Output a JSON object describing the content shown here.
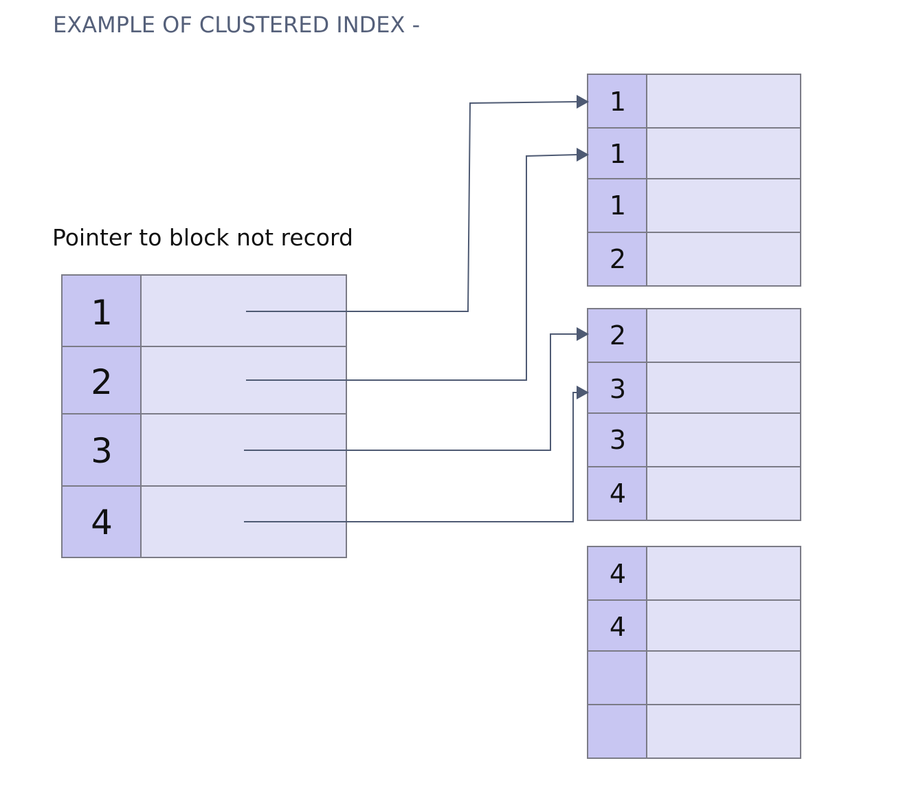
{
  "title": "EXAMPLE OF CLUSTERED INDEX -",
  "caption": "Pointer to block not record",
  "colors": {
    "key_cell": "#c8c6f2",
    "data_cell": "#e1e1f6",
    "border": "#7b7b86",
    "connector": "#4e5a73",
    "title": "#55607a"
  },
  "index": {
    "entries": [
      {
        "key": "1",
        "points_to": "block1.record1"
      },
      {
        "key": "2",
        "points_to": "block1.record2"
      },
      {
        "key": "3",
        "points_to": "block2.record1"
      },
      {
        "key": "4",
        "points_to": "block2.record2"
      }
    ]
  },
  "blocks": [
    {
      "records": [
        {
          "key": "1"
        },
        {
          "key": "1"
        },
        {
          "key": "1"
        },
        {
          "key": "2"
        }
      ]
    },
    {
      "records": [
        {
          "key": "2"
        },
        {
          "key": "3"
        },
        {
          "key": "3"
        },
        {
          "key": "4"
        }
      ]
    },
    {
      "records": [
        {
          "key": "4"
        },
        {
          "key": "4"
        },
        {
          "key": ""
        },
        {
          "key": ""
        }
      ]
    }
  ]
}
